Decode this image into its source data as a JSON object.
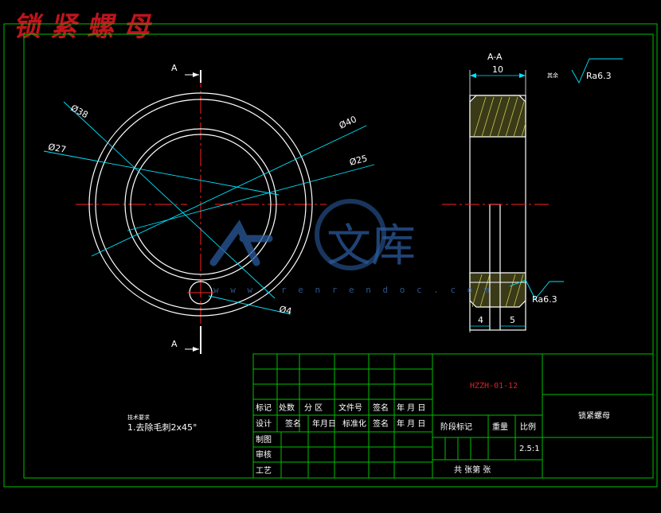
{
  "drawing": {
    "watermark_title": "锁紧螺母",
    "section_label": "A-A",
    "cut_marker": "A",
    "dimensions": {
      "d38": "Ø38",
      "d27": "Ø27",
      "d40": "Ø40",
      "d25": "Ø25",
      "d4": "Ø4",
      "width": "10",
      "left_gap": "4",
      "right_gap": "5"
    },
    "roughness_top": "Ra6.3",
    "roughness_side": "Ra6.3",
    "roughness_note_small": "其余",
    "tech_notes": {
      "heading": "技术要求",
      "line1": "1.去除毛刺2x45°"
    }
  },
  "watermark": {
    "brand": "文库",
    "url": "w w w . r e n r e n d o c . c o m"
  },
  "title_block": {
    "drawing_number": "HZZH-01-12",
    "part_name": "锁紧螺母",
    "row_labels": [
      "标记",
      "处数",
      "分  区",
      "文件号",
      "签名",
      "年 月 日"
    ],
    "row2": [
      "设计",
      "签名",
      "年月日",
      "标准化",
      "签名",
      "年 月 日"
    ],
    "left_labels": [
      "制图",
      "审核",
      "工艺"
    ],
    "stage_label": "阶段标记",
    "weight_label": "重量",
    "scale_label": "比例",
    "scale_value": "2.5:1",
    "sheet_text": "共   张第   张"
  }
}
